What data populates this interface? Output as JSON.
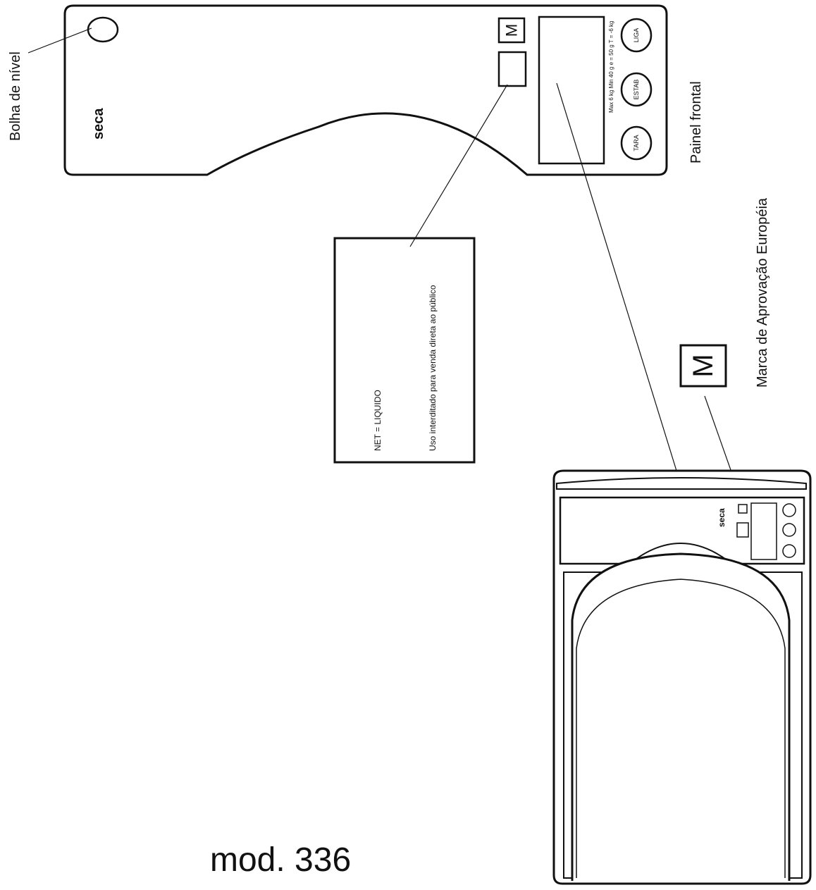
{
  "labels": {
    "level_bubble": "Bolha de nível",
    "front_panel": "Painel frontal",
    "eu_mark": "Marca de Aprovação Européia",
    "model": "mod. 336"
  },
  "panel": {
    "brand": "seca",
    "specs": "Max 6 kg   Min 40 g   e = 50 g   T = -6 kg",
    "m_mark": "M",
    "buttons": [
      "LIGA",
      "ESTAB",
      "TARA"
    ]
  },
  "label_card": {
    "net_line": "NET = LIQUIDO",
    "notice_line": "Uso interditado para venda direta ao público"
  },
  "eu_symbol": "M",
  "scale": {
    "brand": "seca"
  }
}
